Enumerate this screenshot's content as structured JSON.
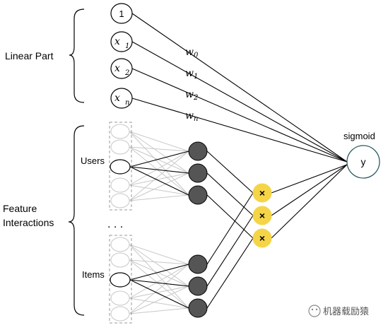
{
  "labels": {
    "linear_part": "Linear Part",
    "feature_interactions_line1": "Feature",
    "feature_interactions_line2": "Interactions",
    "users": "Users",
    "items": "Items",
    "ellipsis": ". . .",
    "sigmoid": "sigmoid",
    "output": "y"
  },
  "inputs": [
    {
      "base": "1",
      "sub": ""
    },
    {
      "base": "x",
      "sub": "1"
    },
    {
      "base": "x",
      "sub": "2"
    },
    {
      "base": "x",
      "sub": "n"
    }
  ],
  "weights": [
    {
      "base": "w",
      "sub": "0"
    },
    {
      "base": "w",
      "sub": "1"
    },
    {
      "base": "w",
      "sub": "2"
    },
    {
      "base": "w",
      "sub": "n"
    }
  ],
  "product_symbol": "×",
  "watermark": {
    "text": "机器载励猿"
  },
  "colors": {
    "line": "#000000",
    "light_line": "#c8c8c8",
    "embedding": "#555555",
    "product": "#f5d547",
    "output_border": "#2e5c66",
    "dashed_box": "#9a9a9a"
  }
}
